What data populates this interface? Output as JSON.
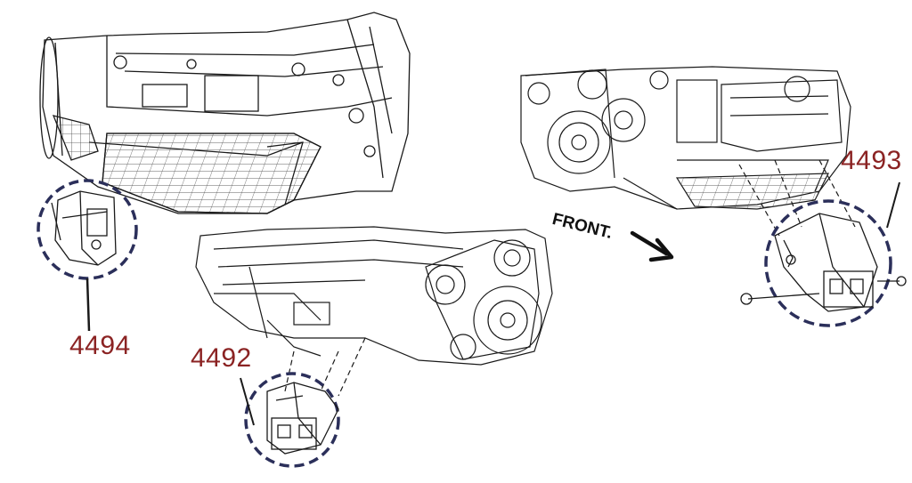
{
  "callouts": {
    "mount_left": "4494",
    "mount_center": "4492",
    "mount_right": "4493"
  },
  "direction_label": "FRONT.",
  "colors": {
    "callout_red": "#8b2323",
    "dash_navy": "#2b2f5a",
    "line_black": "#1a1a1a"
  }
}
